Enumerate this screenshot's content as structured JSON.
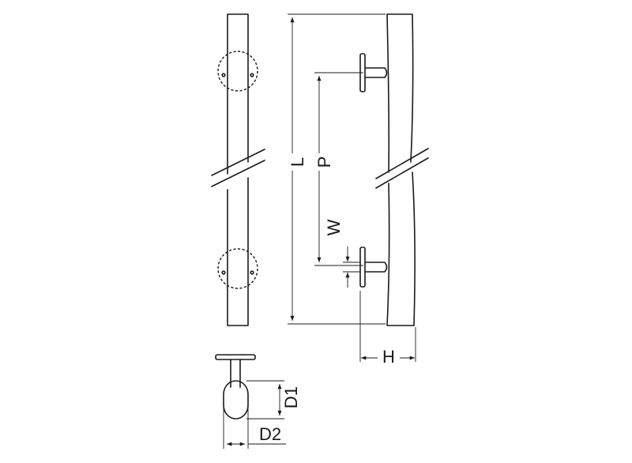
{
  "labels": {
    "length": "L",
    "pitch": "P",
    "post_width": "W",
    "height": "H",
    "bar_depth": "D1",
    "bar_width": "D2"
  }
}
